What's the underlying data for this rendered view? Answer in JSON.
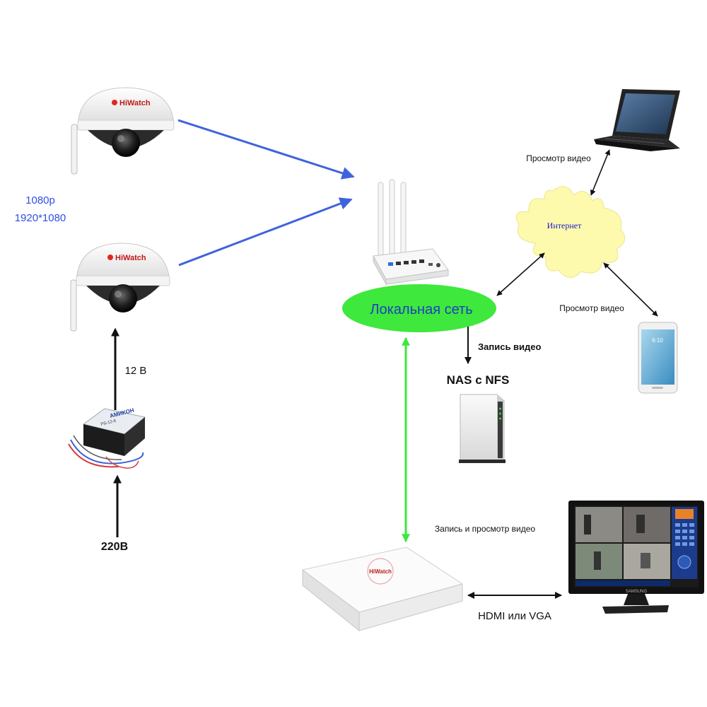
{
  "cameras": {
    "brand": "HiWatch",
    "resolution_line1": "1080p",
    "resolution_line2": "1920*1080"
  },
  "power": {
    "low_voltage": "12 В",
    "mains": "220В",
    "adapter_brand": "АМИКОН",
    "adapter_model": "PS-12-6"
  },
  "network": {
    "lan_label": "Локальная сеть",
    "internet_label": "Интернет",
    "laptop_view_label": "Просмотр видео",
    "phone_view_label": "Просмотр видео",
    "nas_record_label": "Запись видео",
    "nas_title": "NAS с NFS",
    "dvr_label": "Запись и просмотр видео",
    "dvr_brand": "HiWatch",
    "hdmi_label": "HDMI или VGA",
    "monitor_brand": "SAMSUNG"
  },
  "colors": {
    "camera_arrow": "#3f63dc",
    "lan_ellipse": "#3ee83c",
    "lan_text": "#1f3fbf",
    "internet_cloud": "#fdfaae",
    "internet_text": "#1a1acc",
    "dvr_link": "#3ee83c",
    "resolution_text": "#2f4fe0"
  },
  "phone": {
    "time": "6:10"
  }
}
